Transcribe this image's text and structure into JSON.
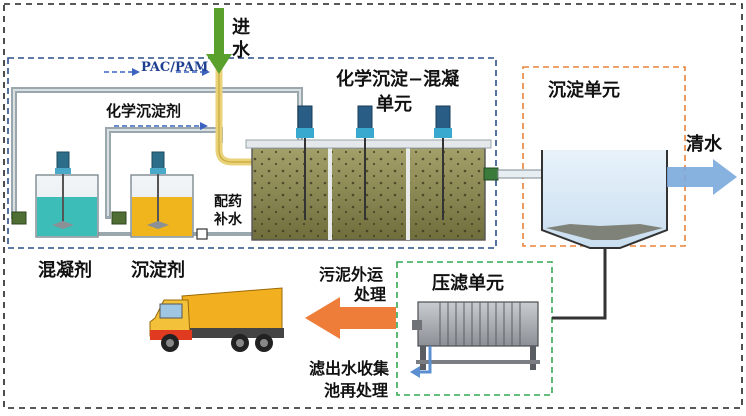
{
  "labels": {
    "inlet": [
      "进",
      "水"
    ],
    "pac_pam": "PAC/PAM",
    "chem_precipitant": "化学沉淀剂",
    "unit_chem_line1": "化学沉淀−混凝",
    "unit_chem_line2": "单元",
    "unit_settle": "沉淀单元",
    "clear_water": "清水",
    "makeup_line1": "配药",
    "makeup_line2": "补水",
    "coagulant": "混凝剂",
    "precipitant": "沉淀剂",
    "sludge_line1": "污泥外运",
    "sludge_line2": "处理",
    "filter_unit": "压滤单元",
    "filtrate_line1": "滤出水收集",
    "filtrate_line2": "池再处理"
  },
  "colors": {
    "outer_border": "#222222",
    "chem_box_border": "#2c4f8c",
    "settle_box_border": "#e8843c",
    "filter_box_border": "#34a853",
    "inlet_arrow": "#5aa02c",
    "clear_arrow": "#7aa8dc",
    "sludge_arrow": "#ee7d3a",
    "coagulant_liquid": "#3dbdb8",
    "precipitant_liquid": "#f0b41c",
    "reactor_liquid": "#8a8a4a",
    "pipe": "#8fa0a8"
  },
  "icons": {
    "mixer": "mixer-motor-icon",
    "pump": "pump-icon",
    "truck": "dump-truck-icon",
    "filter_press": "filter-press-icon"
  }
}
